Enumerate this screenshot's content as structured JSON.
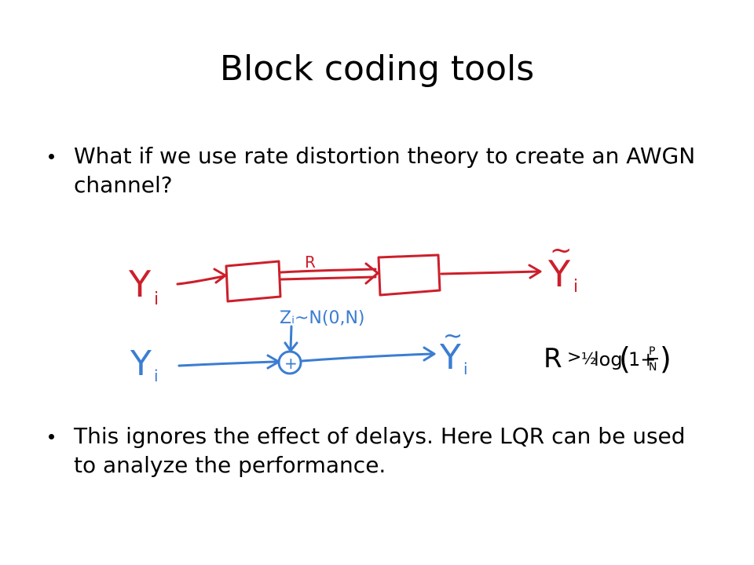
{
  "slide": {
    "title": "Block coding tools",
    "bullets": [
      "What if we use rate distortion theory to create an AWGN channel?",
      "This ignores the effect of delays.  Here LQR can be used to analyze the performance."
    ]
  },
  "diagram": {
    "top": {
      "input_label": "Y",
      "input_subscript": "i",
      "rate_label": "R",
      "output_label": "Y",
      "output_subscript": "i",
      "output_tilde": "~",
      "color": "#cc1f2b"
    },
    "bottom": {
      "input_label": "Y",
      "input_subscript": "i",
      "noise_label": "Zᵢ~N(0,N)",
      "adder_symbol": "+",
      "output_label": "Y",
      "output_subscript": "i",
      "output_tilde": "~",
      "color": "#3b7dd2"
    },
    "formula": {
      "lhs": "R",
      "relation": ">",
      "half": "½",
      "log": "log",
      "open": "(",
      "one_plus": "1+",
      "num": "P",
      "den": "N",
      "close": ")"
    }
  }
}
